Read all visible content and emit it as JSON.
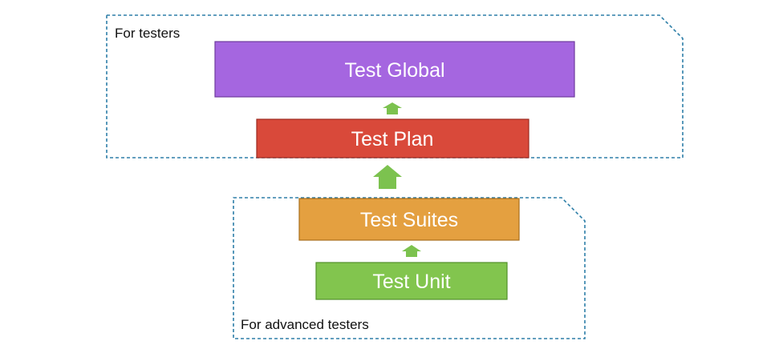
{
  "groups": {
    "testers": {
      "label": "For testers"
    },
    "advanced": {
      "label": "For advanced testers"
    }
  },
  "boxes": {
    "global": {
      "label": "Test Global",
      "fill": "#a566e0",
      "stroke": "#6f3b9e"
    },
    "plan": {
      "label": "Test Plan",
      "fill": "#d9493a",
      "stroke": "#9c2a20"
    },
    "suites": {
      "label": "Test Suites",
      "fill": "#e4a040",
      "stroke": "#a86e1c"
    },
    "unit": {
      "label": "Test Unit",
      "fill": "#82c54e",
      "stroke": "#52902a"
    }
  },
  "colors": {
    "arrow": "#7cc24f",
    "frame": "#2e7fa8"
  }
}
